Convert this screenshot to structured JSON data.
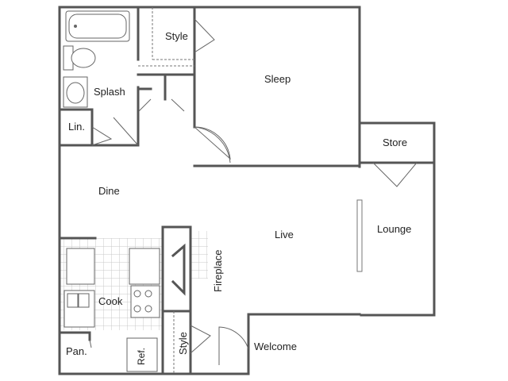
{
  "floorplan": {
    "rooms": {
      "sleep": "Sleep",
      "style_top": "Style",
      "splash": "Splash",
      "linen": "Lin.",
      "dine": "Dine",
      "live": "Live",
      "store": "Store",
      "lounge": "Lounge",
      "cook": "Cook",
      "fireplace": "Fireplace",
      "pantry": "Pan.",
      "refrigerator": "Ref.",
      "style_bottom": "Style",
      "welcome": "Welcome"
    },
    "colors": {
      "wall": "#555555",
      "tile": "#c8c8c8",
      "background": "#ffffff"
    }
  }
}
